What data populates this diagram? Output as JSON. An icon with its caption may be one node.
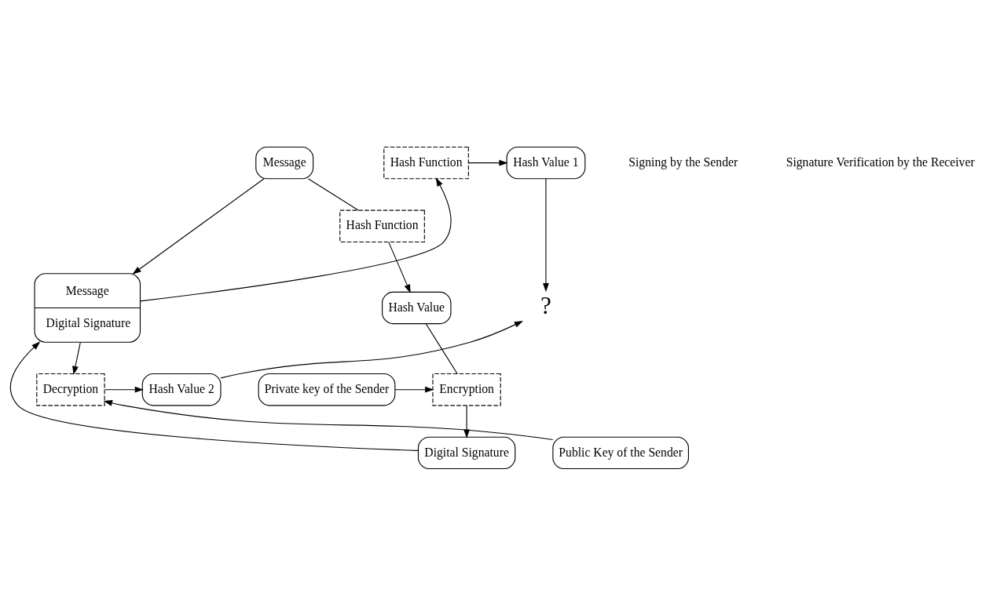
{
  "diagram": {
    "nodes": [
      {
        "text": [
          "Message"
        ]
      },
      {
        "text": [
          "Hash Function"
        ]
      },
      {
        "text": [
          "Hash Value"
        ]
      },
      {
        "text": [
          "Encryption"
        ]
      },
      {
        "text": [
          "Private key of the Sender"
        ]
      },
      {
        "text": [
          "Digital Signature"
        ]
      },
      {
        "text": [
          "Message",
          "Digital Signature"
        ]
      },
      {
        "text": [
          "Hash Function"
        ]
      },
      {
        "text": [
          "Hash Value 1"
        ]
      },
      {
        "text": [
          "?"
        ]
      },
      {
        "text": [
          "Decryption"
        ]
      },
      {
        "text": [
          "Hash Value 2"
        ]
      },
      {
        "text": [
          "Public Key of the Sender"
        ]
      }
    ],
    "edges": [
      {
        "from": 0,
        "to": 1,
        "arrow": "none"
      },
      {
        "from": 1,
        "to": 2,
        "arrow": "to"
      },
      {
        "from": 2,
        "to": 3,
        "arrow": "none"
      },
      {
        "from": 4,
        "to": 3,
        "arrow": "to"
      },
      {
        "from": 3,
        "to": 5,
        "arrow": "to"
      },
      {
        "from": 0,
        "to": 6,
        "arrow": "to"
      },
      {
        "from": 5,
        "to": 6,
        "arrow": "to"
      },
      {
        "from": 6,
        "to": 7,
        "arrow": "to"
      },
      {
        "from": 6,
        "to": 10,
        "arrow": "to"
      },
      {
        "from": 7,
        "to": 8,
        "arrow": "to"
      },
      {
        "from": 8,
        "to": 9,
        "arrow": "to"
      },
      {
        "from": 11,
        "to": 9,
        "arrow": "to"
      },
      {
        "from": 10,
        "to": 11,
        "arrow": "to"
      },
      {
        "from": 12,
        "to": 10,
        "arrow": "to"
      }
    ],
    "labels": [
      "Signing by the Sender",
      "Signature Verification by the Receiver"
    ]
  }
}
